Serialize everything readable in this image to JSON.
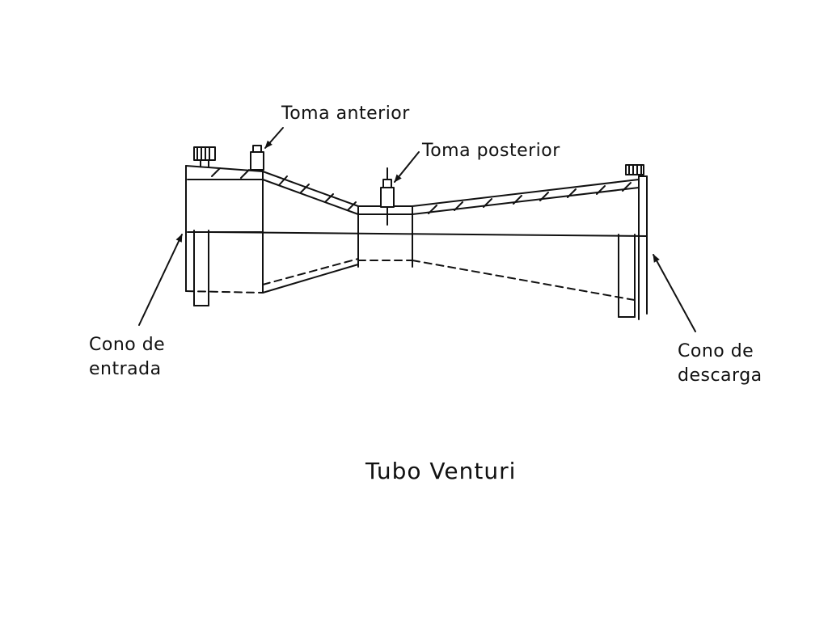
{
  "diagram": {
    "title": "Tubo Venturi",
    "labels": {
      "toma_anterior": "Toma anterior",
      "toma_posterior": "Toma posterior",
      "cono_entrada_line1": "Cono de",
      "cono_entrada_line2": "entrada",
      "cono_descarga_line1": "Cono de",
      "cono_descarga_line2": "descarga"
    }
  },
  "colors": {
    "ink": "#111111",
    "background": "#ffffff"
  }
}
